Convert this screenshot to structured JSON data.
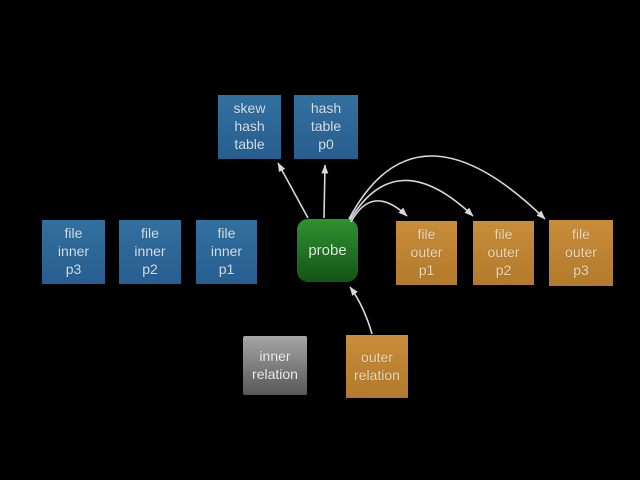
{
  "background": "#000000",
  "diagram": {
    "nodes": {
      "skew_hash_table": {
        "label": "skew\nhash\ntable",
        "fill": "#2d689c"
      },
      "hash_table_p0": {
        "label": "hash\ntable\np0",
        "fill": "#2d689c"
      },
      "file_inner_p3": {
        "label": "file\ninner\np3",
        "fill": "#2d689c"
      },
      "file_inner_p2": {
        "label": "file\ninner\np2",
        "fill": "#2d689c"
      },
      "file_inner_p1": {
        "label": "file\ninner\np1",
        "fill": "#2d689c"
      },
      "probe": {
        "label": "probe",
        "fill": "#1f7a24"
      },
      "file_outer_p1": {
        "label": "file\nouter\np1",
        "fill": "#c08433"
      },
      "file_outer_p2": {
        "label": "file\nouter\np2",
        "fill": "#c08433"
      },
      "file_outer_p3": {
        "label": "file\nouter\np3",
        "fill": "#c08433"
      },
      "inner_relation": {
        "label": "inner\nrelation",
        "fill": "#808080"
      },
      "outer_relation": {
        "label": "outer\nrelation",
        "fill": "#c08433"
      }
    },
    "arrows": [
      {
        "from": "probe",
        "to": "skew_hash_table"
      },
      {
        "from": "probe",
        "to": "hash_table_p0"
      },
      {
        "from": "probe",
        "to": "file_outer_p1"
      },
      {
        "from": "probe",
        "to": "file_outer_p2"
      },
      {
        "from": "probe",
        "to": "file_outer_p3"
      },
      {
        "from": "outer_relation",
        "to": "probe"
      }
    ],
    "colors": {
      "background": "#000000",
      "arrow": "#d9d9d9",
      "box_blue": "#2d689c",
      "box_orange": "#c08433",
      "box_green": "#1f7a24",
      "box_gray": "#808080",
      "text_light": "#e9e9e9"
    }
  }
}
